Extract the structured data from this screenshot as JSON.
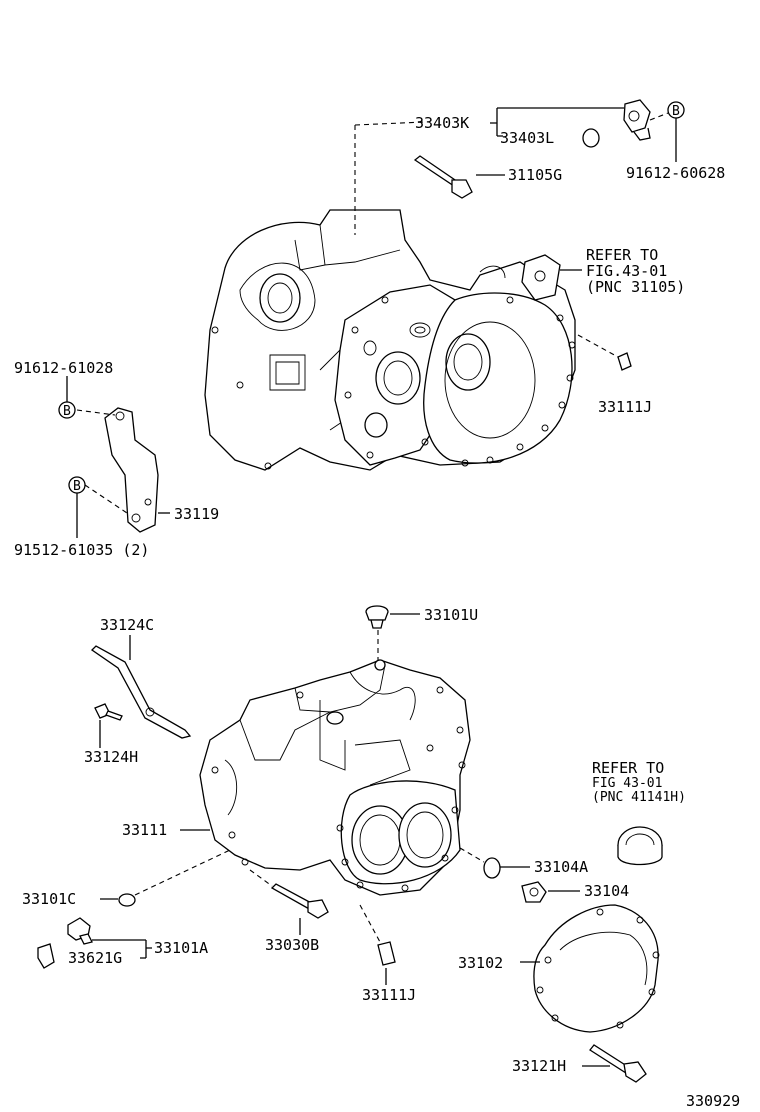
{
  "parts": {
    "p33403K": "33403K",
    "p33403L": "33403L",
    "p9161260628": "91612-60628",
    "p31105G": "31105G",
    "refer1_line1": "REFER TO",
    "refer1_line2": "FIG.43-01",
    "refer1_line3": "(PNC 31105)",
    "p33111J_a": "33111J",
    "p9161261028": "91612-61028",
    "p33119": "33119",
    "p9151261035": "91512-61035 (2)",
    "p33124C": "33124C",
    "p33101U": "33101U",
    "p33124H": "33124H",
    "refer2_line1": "REFER TO",
    "refer2_line2": "FIG 43-01",
    "refer2_line3": "(PNC 41141H)",
    "p33111": "33111",
    "p33104A": "33104A",
    "p33101C": "33101C",
    "p33104": "33104",
    "p33030B": "33030B",
    "p33621G": "33621G",
    "p33101A": "33101A",
    "p33102": "33102",
    "p33111J_b": "33111J",
    "p33121H": "33121H",
    "badge_b": "B",
    "figure_no": "330929"
  }
}
